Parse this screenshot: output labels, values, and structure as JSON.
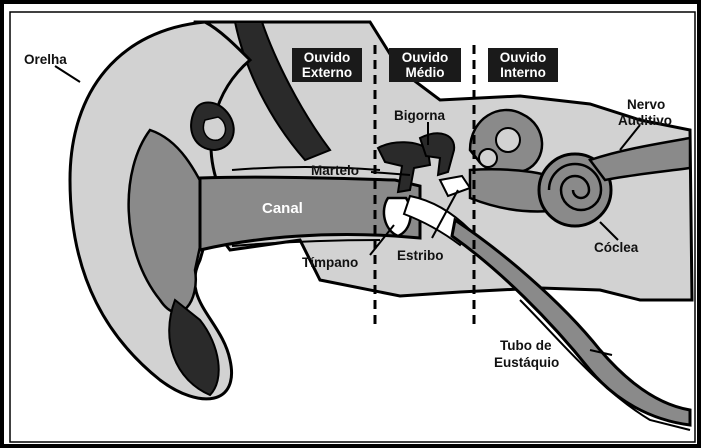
{
  "sections": [
    {
      "line1": "Ouvido",
      "line2": "Externo"
    },
    {
      "line1": "Ouvido",
      "line2": "Médio"
    },
    {
      "line1": "Ouvido",
      "line2": "Interno"
    }
  ],
  "labels": {
    "orelha": "Orelha",
    "canal": "Canal",
    "martelo": "Martelo",
    "bigorna": "Bigorna",
    "estribo": "Estribo",
    "timpano": "Tímpano",
    "nervo_line1": "Nervo",
    "nervo_line2": "Auditivo",
    "coclea": "Cóclea",
    "tubo_line1": "Tubo de",
    "tubo_line2": "Eustáquio"
  },
  "colors": {
    "frame": "#000000",
    "background": "#ffffff",
    "tissue_light": "#d2d2d2",
    "tissue_mid": "#8a8a8a",
    "bone_dark": "#2a2a2a",
    "header_bg": "#1a1a1a"
  }
}
